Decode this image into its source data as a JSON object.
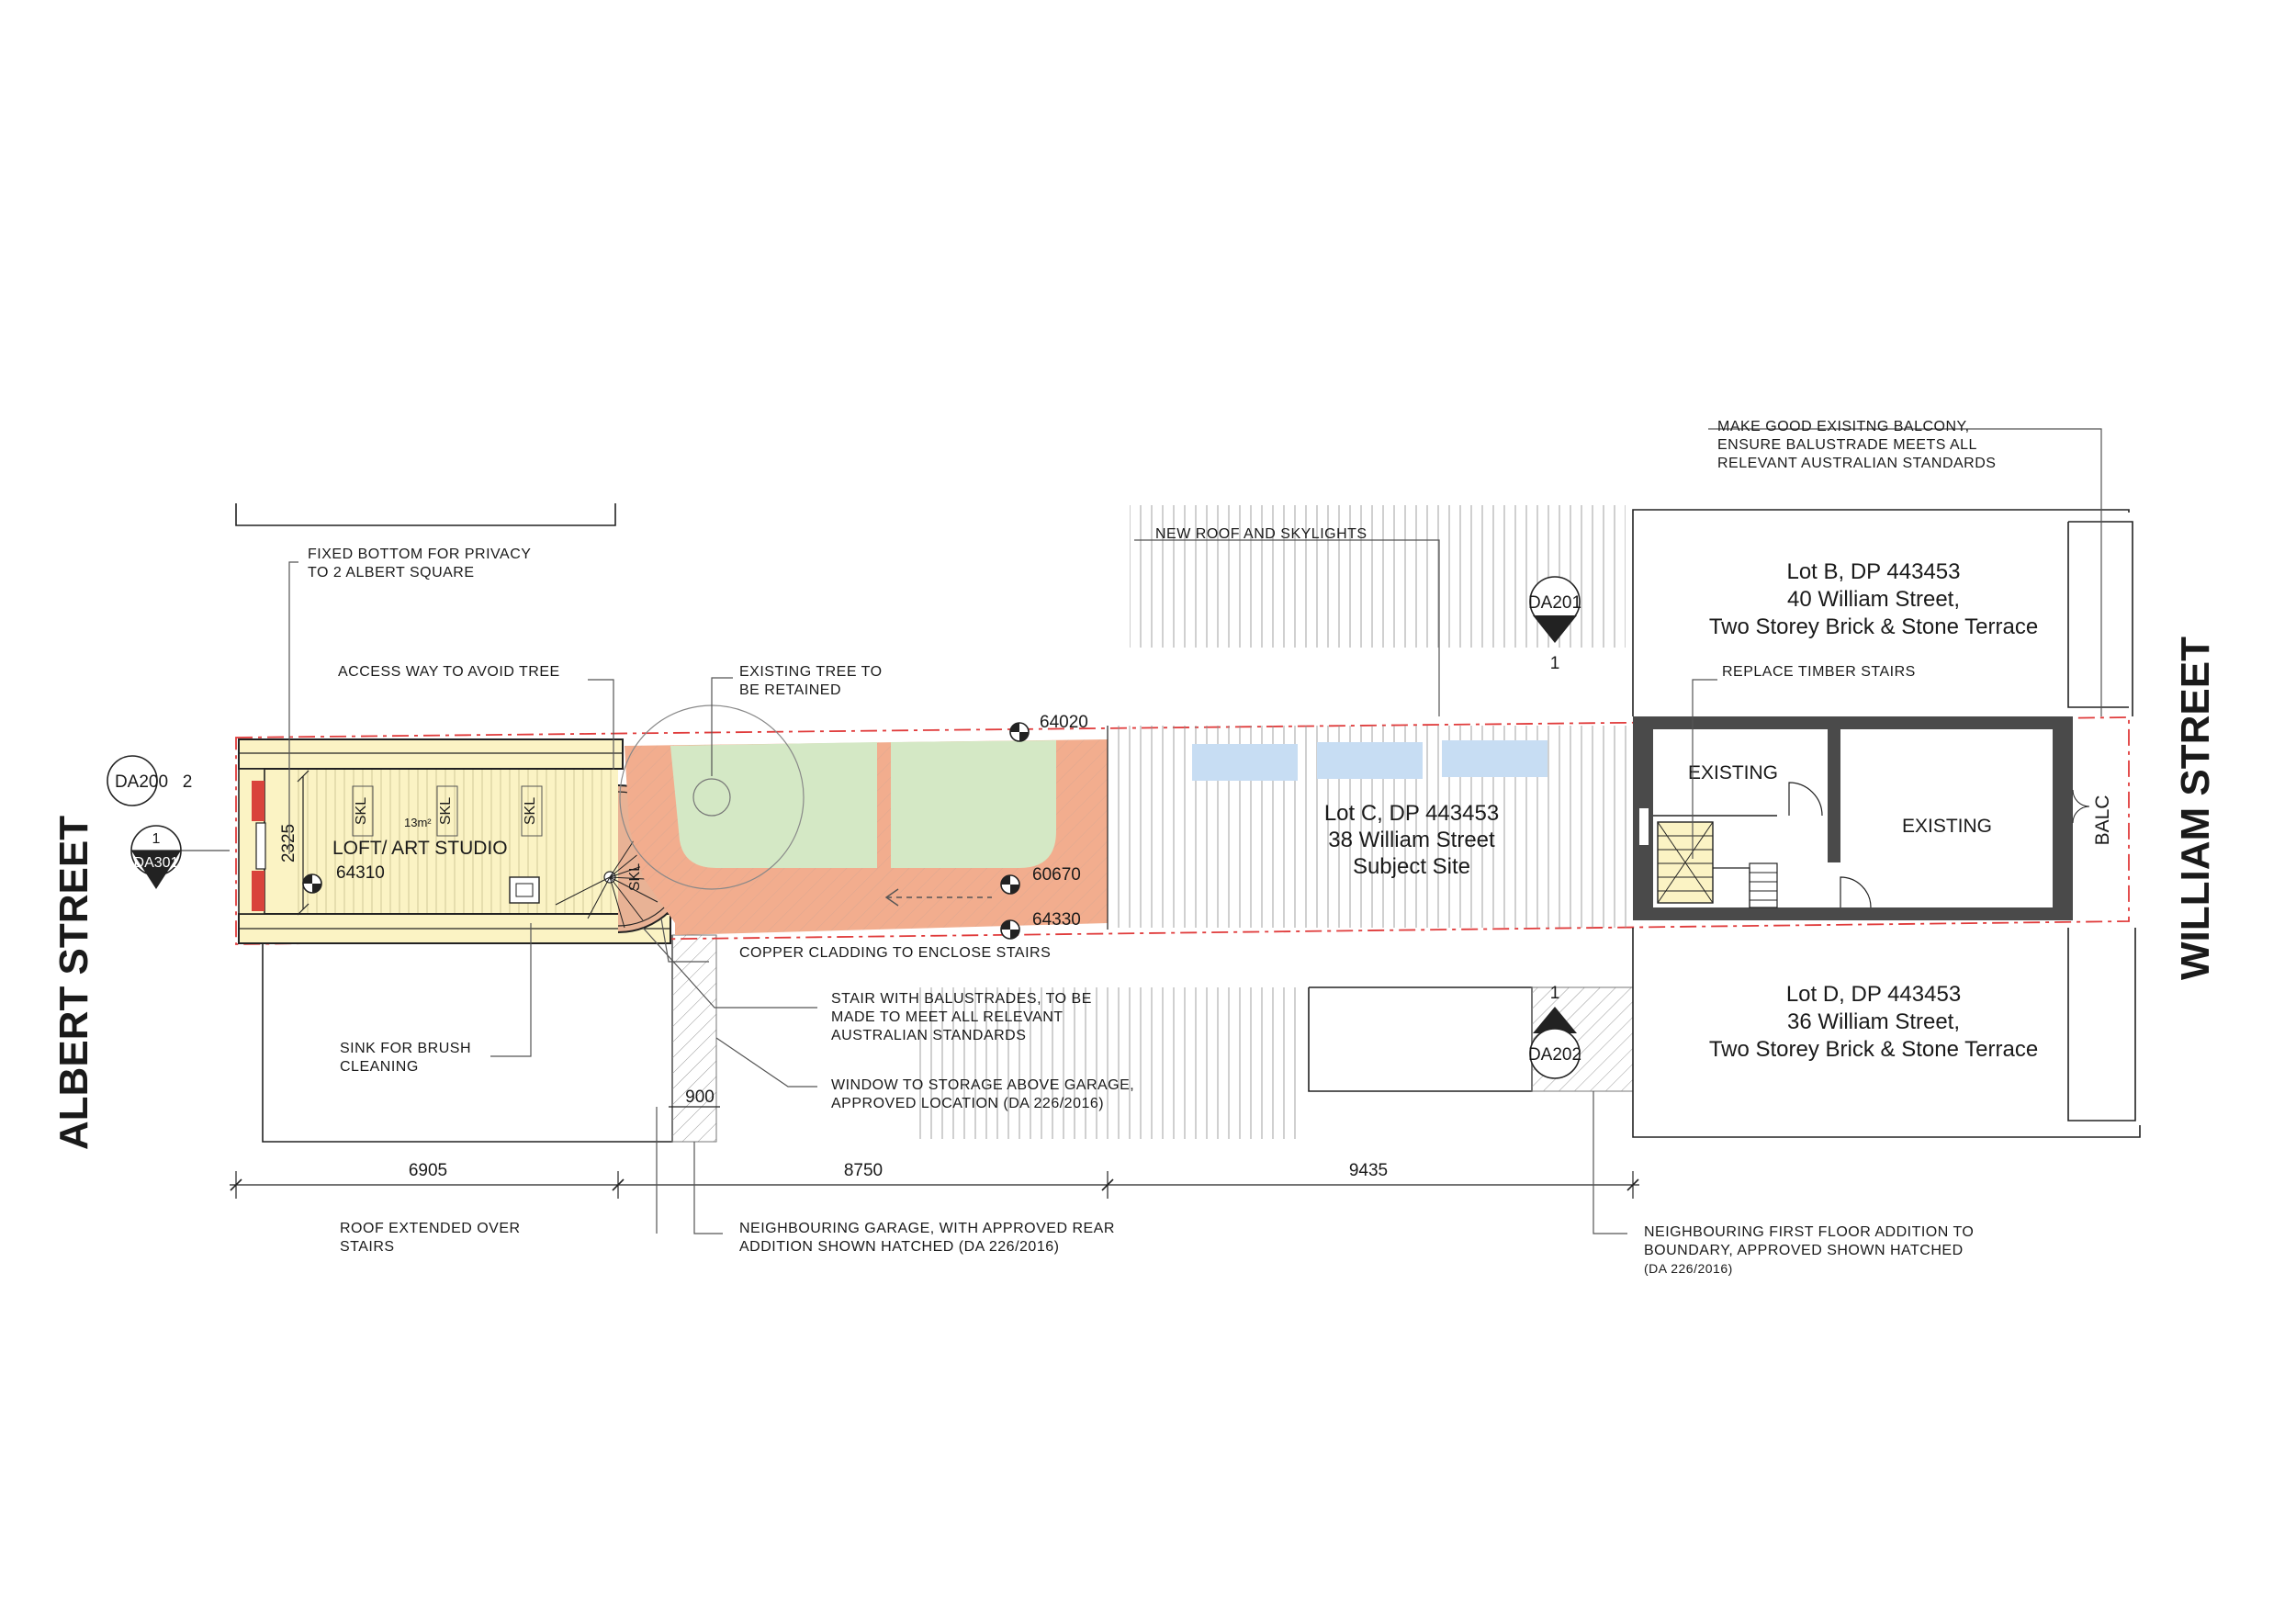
{
  "streets": {
    "left": "ALBERT STREET",
    "right": "WILLIAM STREET"
  },
  "lots": {
    "b": {
      "line1": "Lot B, DP 443453",
      "line2": "40 William Street,",
      "line3": "Two Storey Brick & Stone Terrace"
    },
    "c": {
      "line1": "Lot C, DP 443453",
      "line2": "38 William Street",
      "line3": "Subject Site"
    },
    "d": {
      "line1": "Lot D, DP 443453",
      "line2": "36 William Street,",
      "line3": "Two Storey Brick & Stone Terrace"
    }
  },
  "rooms": {
    "loft": "LOFT/ ART STUDIO",
    "loft_area": "13m²",
    "existing_1": "EXISTING",
    "existing_2": "EXISTING",
    "balc": "BALC",
    "skl": "SKL"
  },
  "levels": {
    "l64310": "64310",
    "l64020": "64020",
    "l60670": "60670",
    "l64330": "64330"
  },
  "dimensions": {
    "d6905": "6905",
    "d8750": "8750",
    "d9435": "9435",
    "d900": "900",
    "d2325": "2325"
  },
  "section_tags": {
    "da200": "DA200",
    "da200_num": "2",
    "da301": "DA301",
    "da301_num": "1",
    "da201": "DA201",
    "da201_num": "1",
    "da202": "DA202",
    "da202_num": "1"
  },
  "notes": {
    "fixed_bottom_1": "FIXED BOTTOM FOR PRIVACY",
    "fixed_bottom_2": "TO 2 ALBERT SQUARE",
    "access_way": "ACCESS WAY TO AVOID TREE",
    "tree_1": "EXISTING TREE TO",
    "tree_2": "BE RETAINED",
    "new_roof": "NEW ROOF AND SKYLIGHTS",
    "balcony_1": "MAKE GOOD EXISITNG BALCONY,",
    "balcony_2": "ENSURE BALUSTRADE MEETS ALL",
    "balcony_3": "RELEVANT AUSTRALIAN STANDARDS",
    "replace_stairs": "REPLACE TIMBER STAIRS",
    "copper": "COPPER CLADDING TO ENCLOSE STAIRS",
    "stair_1": "STAIR WITH BALUSTRADES, TO BE",
    "stair_2": "MADE TO MEET ALL RELEVANT",
    "stair_3": "AUSTRALIAN STANDARDS",
    "sink_1": "SINK FOR BRUSH",
    "sink_2": "CLEANING",
    "window_1": "WINDOW TO STORAGE ABOVE GARAGE,",
    "window_2": "APPROVED LOCATION (DA 226/2016)",
    "roof_ext_1": "ROOF EXTENDED OVER",
    "roof_ext_2": "STAIRS",
    "garage_1": "NEIGHBOURING GARAGE, WITH APPROVED REAR",
    "garage_2": "ADDITION SHOWN HATCHED (DA 226/2016)",
    "first_floor_1": "NEIGHBOURING FIRST FLOOR ADDITION TO",
    "first_floor_2": "BOUNDARY, APPROVED SHOWN HATCHED",
    "first_floor_3": "(DA 226/2016)"
  },
  "colors": {
    "lawn": "#d4e8c5",
    "paving": "#f2ad8e",
    "loft": "#fbf3c4",
    "skylight": "#c7ddf3",
    "boundary": "#e03b3b",
    "wall": "#4a4a4a",
    "brick": "#d9433b"
  }
}
